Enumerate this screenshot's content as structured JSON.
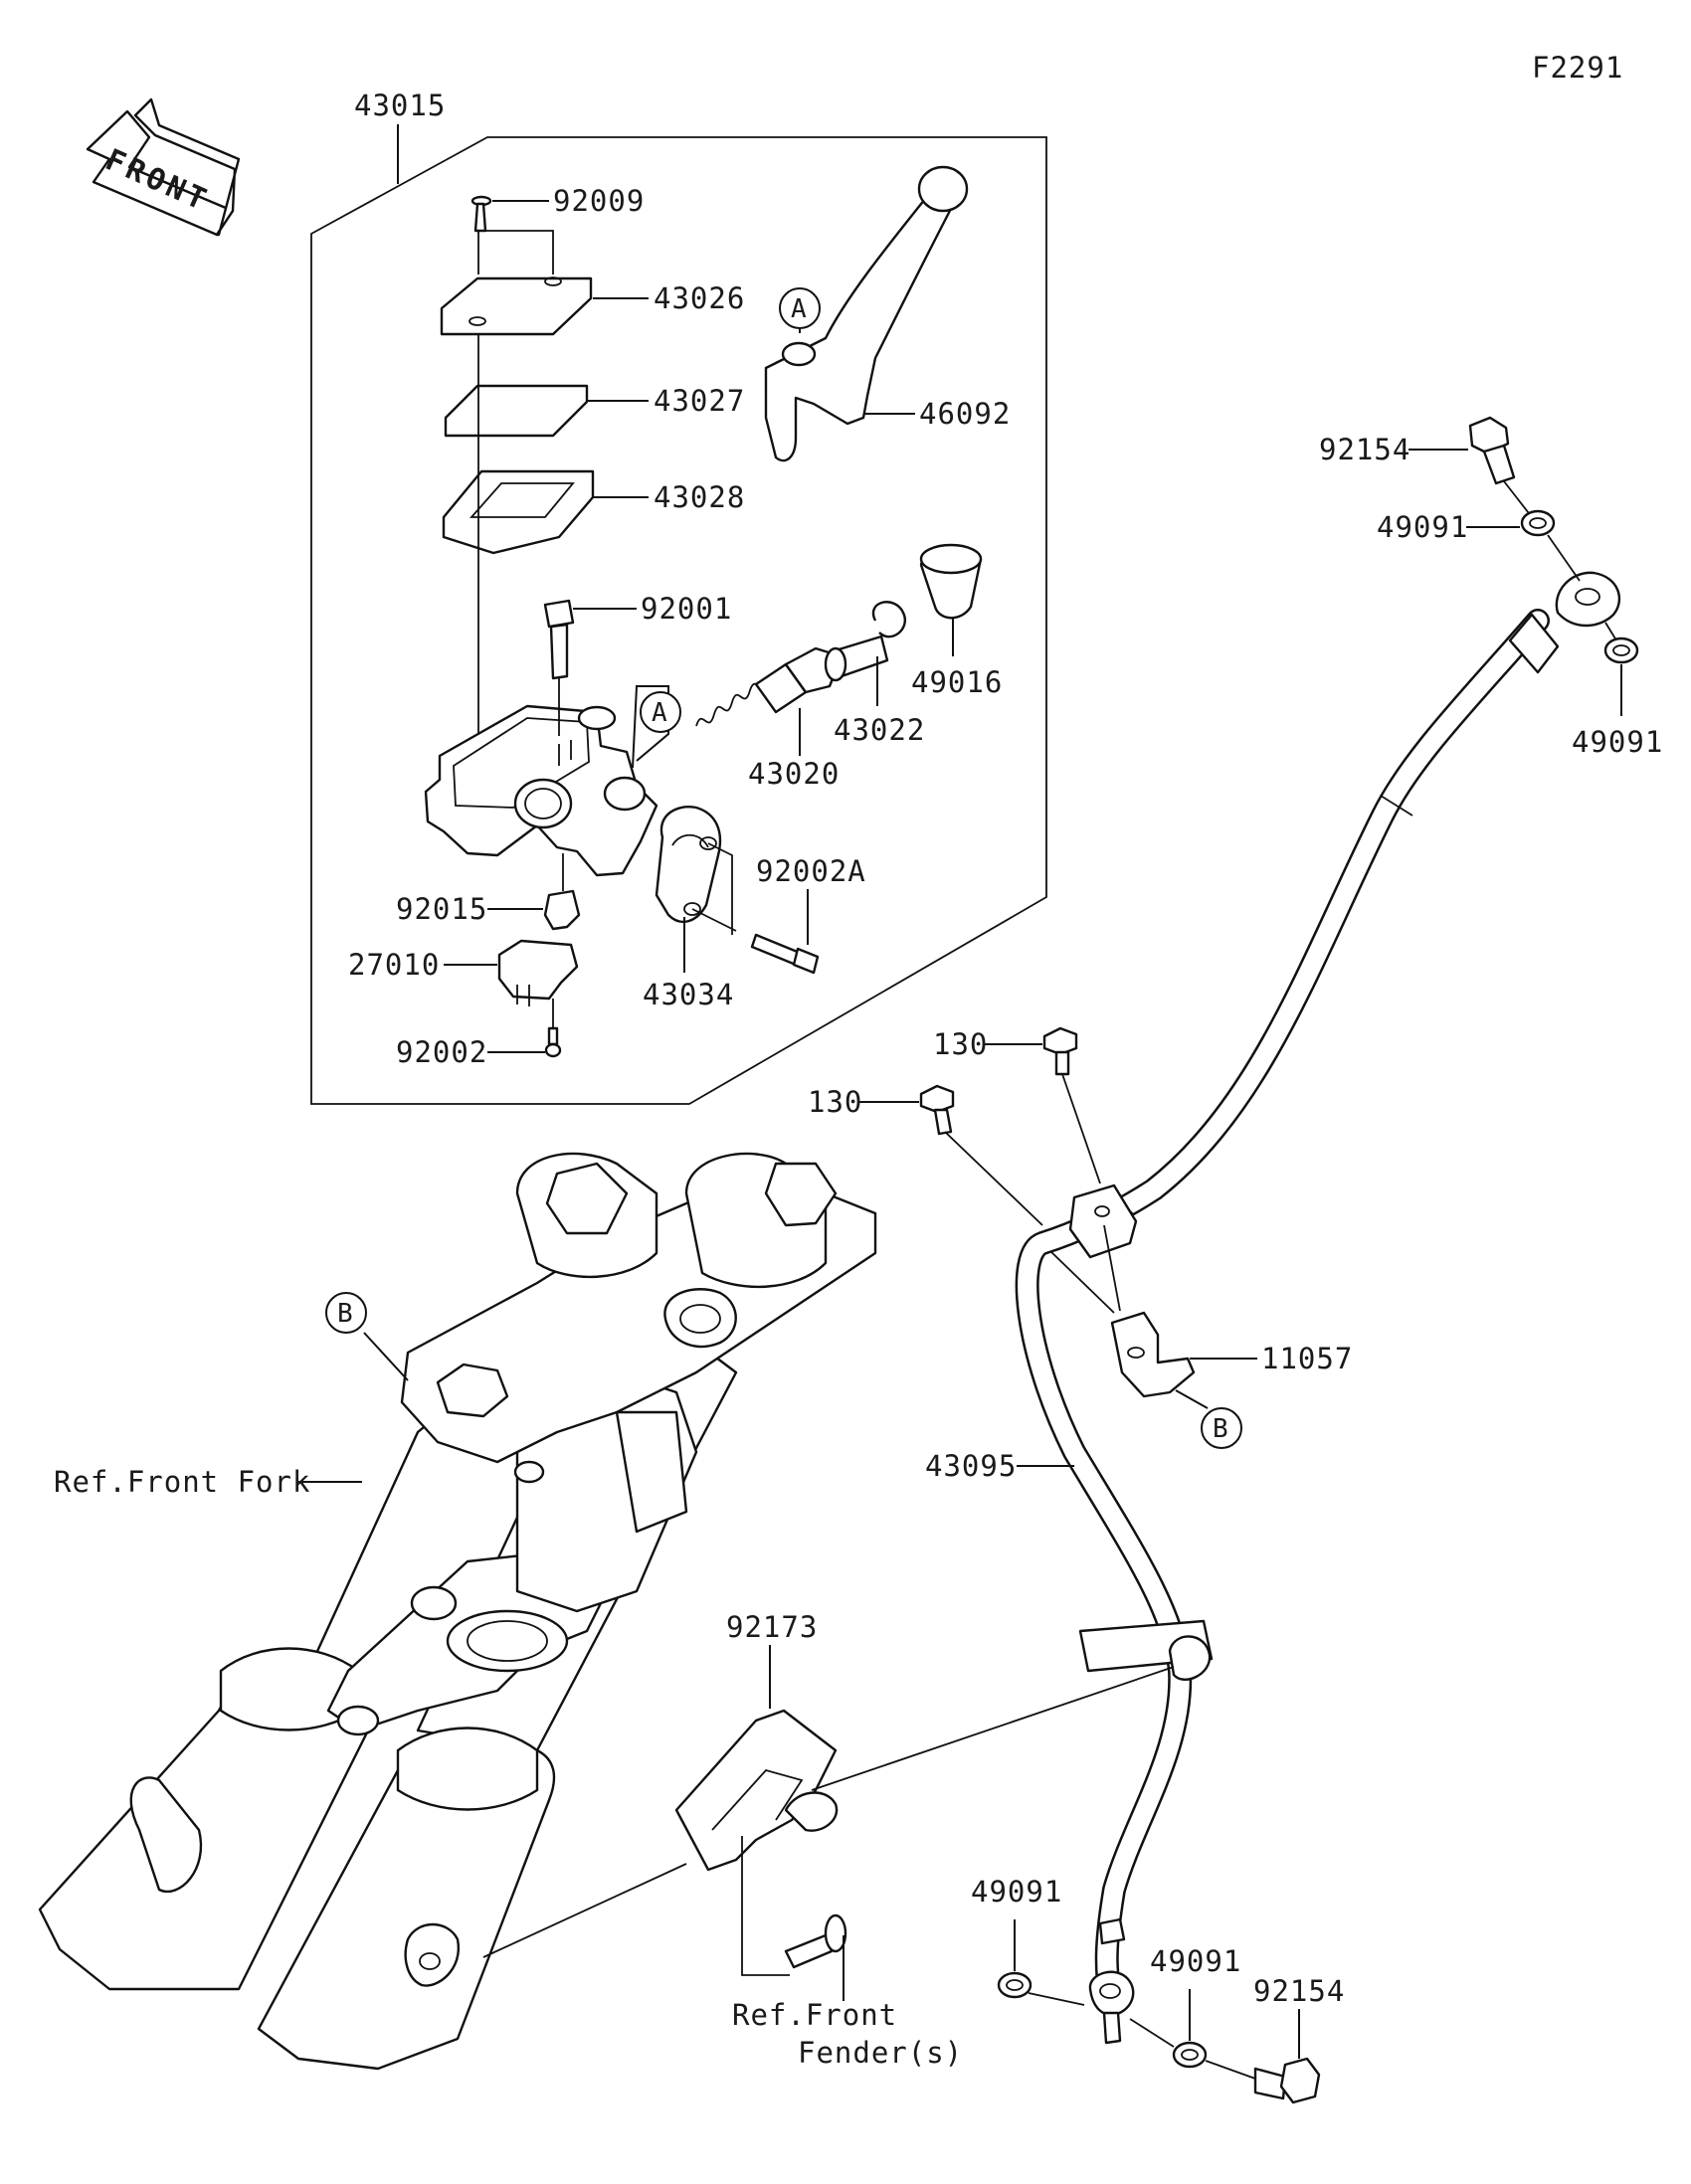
{
  "figure_code": "F2291",
  "front_label": "FRONT",
  "markers": {
    "a": "A",
    "b": "B"
  },
  "parts": {
    "p43015": "43015",
    "p92009": "92009",
    "p43026": "43026",
    "p43027": "43027",
    "p43028": "43028",
    "p46092": "46092",
    "p92001": "92001",
    "p49016": "49016",
    "p43022": "43022",
    "p43020": "43020",
    "p92002A": "92002A",
    "p92015": "92015",
    "p27010": "27010",
    "p43034": "43034",
    "p92002": "92002",
    "p92154_top": "92154",
    "p49091_top1": "49091",
    "p49091_top2": "49091",
    "p130_a": "130",
    "p130_b": "130",
    "p11057": "11057",
    "p43095": "43095",
    "p92173": "92173",
    "p49091_bot1": "49091",
    "p49091_bot2": "49091",
    "p92154_bot": "92154"
  },
  "refs": {
    "front_fork": "Ref.Front Fork",
    "front_fender_1": "Ref.Front",
    "front_fender_2": "Fender(s)"
  }
}
